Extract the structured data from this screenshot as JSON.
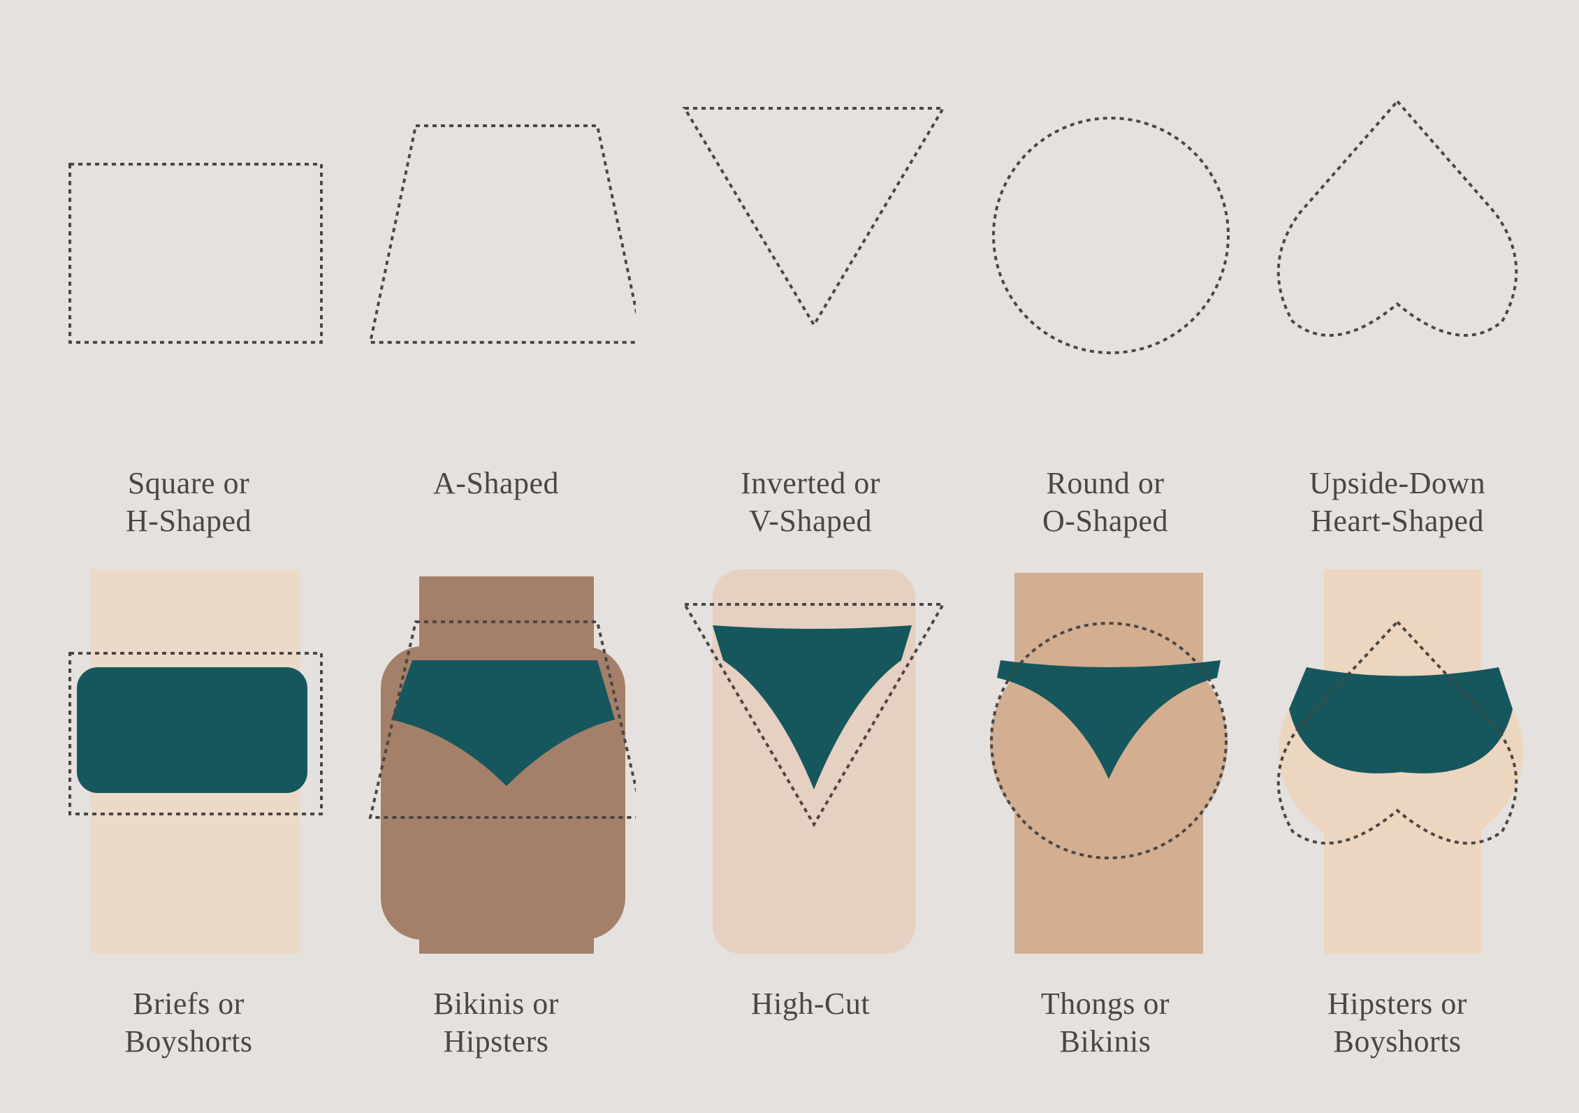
{
  "colors": {
    "background": "#e5e1de",
    "text": "#4a4644",
    "outline": "#4a4644",
    "garment": "#15575c"
  },
  "shapes_row": {
    "items": [
      {
        "label_line1": "Square or",
        "label_line2": "H-Shaped",
        "overlay": "rectangle"
      },
      {
        "label_line1": "A-Shaped",
        "label_line2": "",
        "overlay": "trapezoid"
      },
      {
        "label_line1": "Inverted or",
        "label_line2": "V-Shaped",
        "overlay": "inverted-triangle"
      },
      {
        "label_line1": "Round or",
        "label_line2": "O-Shaped",
        "overlay": "circle"
      },
      {
        "label_line1": "Upside-Down",
        "label_line2": "Heart-Shaped",
        "overlay": "inverted-heart"
      }
    ]
  },
  "styles_row": {
    "items": [
      {
        "label_line1": "Briefs or",
        "label_line2": "Boyshorts",
        "overlay": "rectangle",
        "tone": "#ecdac8"
      },
      {
        "label_line1": "Bikinis or",
        "label_line2": "Hipsters",
        "overlay": "trapezoid",
        "tone": "#a4806a"
      },
      {
        "label_line1": "High-Cut",
        "label_line2": "",
        "overlay": "inverted-triangle",
        "tone": "#e6d0c2"
      },
      {
        "label_line1": "Thongs or",
        "label_line2": "Bikinis",
        "overlay": "circle",
        "tone": "#d3ae90"
      },
      {
        "label_line1": "Hipsters or",
        "label_line2": "Boyshorts",
        "overlay": "inverted-heart",
        "tone": "#ecd6bf"
      }
    ]
  }
}
